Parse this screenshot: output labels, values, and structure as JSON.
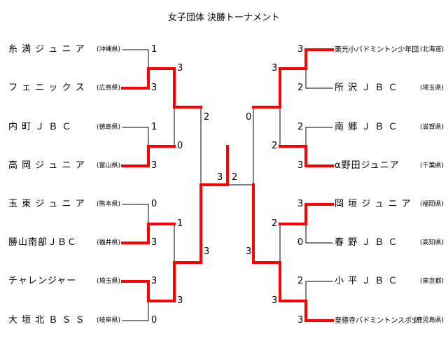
{
  "title": "女子団体 決勝トーナメント",
  "colors": {
    "winner": "#ff0000",
    "line": "#000000"
  },
  "left_teams": [
    {
      "name": "糸 満 ジ ュ ニ ア",
      "pref": "(沖縄県)"
    },
    {
      "name": "フ ェ ニ ッ ク ス",
      "pref": "(広島県)"
    },
    {
      "name": "内 町 Ｊ Ｂ Ｃ",
      "pref": "(徳島県)"
    },
    {
      "name": "高 岡 ジ ュ ニ ア",
      "pref": "(富山県)"
    },
    {
      "name": "玉 東 ジ ュ ニ ア",
      "pref": "(熊本県)"
    },
    {
      "name": "勝山南部ＪＢＣ",
      "pref": "(福井県)"
    },
    {
      "name": "チャレンジャー",
      "pref": "(埼玉県)"
    },
    {
      "name": "大 垣 北 Ｂ Ｓ Ｓ",
      "pref": "(岐阜県)"
    }
  ],
  "right_teams": [
    {
      "name": "東光小バドミントン少年団",
      "pref": "(北海道)"
    },
    {
      "name": "所 沢 Ｊ Ｂ Ｃ",
      "pref": "(埼玉県)"
    },
    {
      "name": "南 郷 Ｊ Ｂ Ｃ",
      "pref": "(滋賀県)"
    },
    {
      "name": "α野田ジュニア",
      "pref": "(千葉県)"
    },
    {
      "name": "岡 垣 ジ ュ ニ ア",
      "pref": "(福岡県)"
    },
    {
      "name": "春 野 Ｊ Ｂ Ｃ",
      "pref": "(高知県)"
    },
    {
      "name": "小 平 Ｊ Ｂ Ｃ",
      "pref": "(東京都)"
    },
    {
      "name": "皇徳寺バドミントンスポ少",
      "pref": "(鹿児島県)"
    }
  ],
  "scores": {
    "left_r1": [
      "1",
      "3",
      "1",
      "3",
      "0",
      "3",
      "3",
      "0"
    ],
    "left_r2": [
      "3",
      "0",
      "1",
      "3"
    ],
    "left_r3": [
      "2",
      "3"
    ],
    "right_r1": [
      "3",
      "2",
      "2",
      "3",
      "3",
      "0",
      "2",
      "3"
    ],
    "right_r2": [
      "3",
      "2",
      "2",
      "3"
    ],
    "right_r3": [
      "0",
      "3"
    ],
    "final": [
      "3",
      "2"
    ]
  }
}
